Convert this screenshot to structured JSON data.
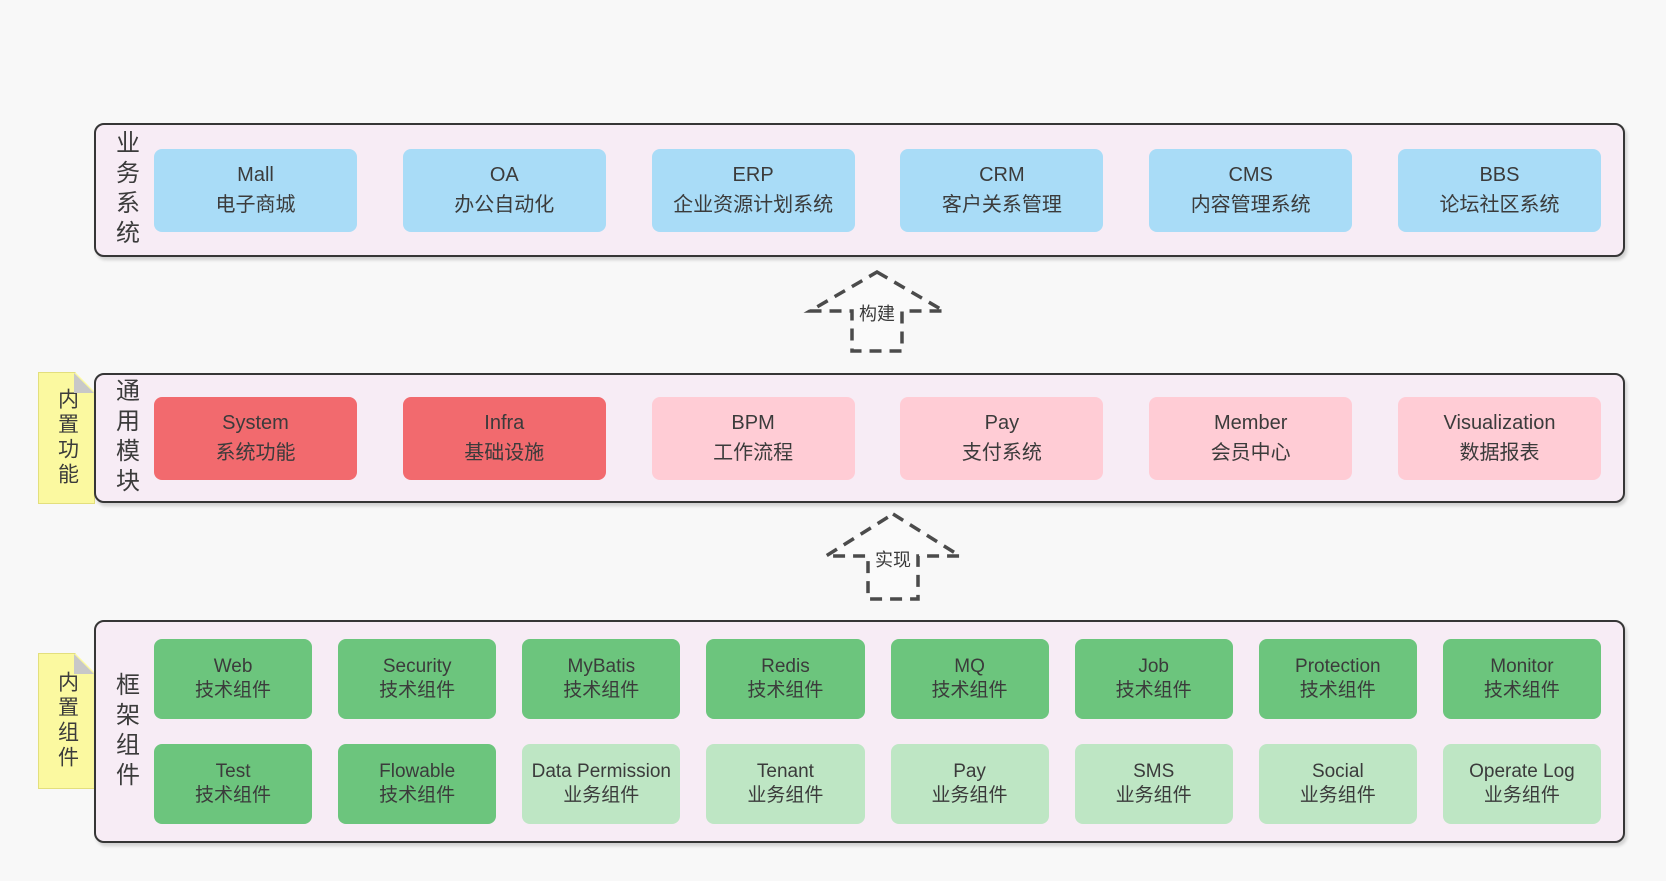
{
  "colors": {
    "page_bg": "#f8f8f8",
    "panel_bg": "#f7ecf5",
    "panel_border": "#363636",
    "box_blue": "#a9dcf7",
    "box_red": "#f26a6e",
    "box_pink": "#ffccd5",
    "box_green": "#6cc57d",
    "box_lightgreen": "#bee6c4",
    "note_bg": "#fbf9a0",
    "note_fold": "#c8c8c8",
    "note_border": "#e3df7d",
    "text": "#3b3b3b",
    "arrow_stroke": "#4b4b4b"
  },
  "arrows": [
    {
      "label": "构建"
    },
    {
      "label": "实现"
    }
  ],
  "tiers": [
    {
      "id": "business-systems",
      "label": "业务系统",
      "note": null,
      "boxes": [
        {
          "name": "Mall",
          "desc": "电子商城",
          "variant": "blue"
        },
        {
          "name": "OA",
          "desc": "办公自动化",
          "variant": "blue"
        },
        {
          "name": "ERP",
          "desc": "企业资源计划系统",
          "variant": "blue"
        },
        {
          "name": "CRM",
          "desc": "客户关系管理",
          "variant": "blue"
        },
        {
          "name": "CMS",
          "desc": "内容管理系统",
          "variant": "blue"
        },
        {
          "name": "BBS",
          "desc": "论坛社区系统",
          "variant": "blue"
        }
      ]
    },
    {
      "id": "common-modules",
      "label": "通用模块",
      "note": "内置功能",
      "boxes": [
        {
          "name": "System",
          "desc": "系统功能",
          "variant": "red"
        },
        {
          "name": "Infra",
          "desc": "基础设施",
          "variant": "red"
        },
        {
          "name": "BPM",
          "desc": "工作流程",
          "variant": "pink"
        },
        {
          "name": "Pay",
          "desc": "支付系统",
          "variant": "pink"
        },
        {
          "name": "Member",
          "desc": "会员中心",
          "variant": "pink"
        },
        {
          "name": "Visualization",
          "desc": "数据报表",
          "variant": "pink"
        }
      ]
    },
    {
      "id": "framework-components",
      "label": "框架组件",
      "note": "内置组件",
      "boxes": [
        {
          "name": "Web",
          "desc": "技术组件",
          "variant": "green"
        },
        {
          "name": "Security",
          "desc": "技术组件",
          "variant": "green"
        },
        {
          "name": "MyBatis",
          "desc": "技术组件",
          "variant": "green"
        },
        {
          "name": "Redis",
          "desc": "技术组件",
          "variant": "green"
        },
        {
          "name": "MQ",
          "desc": "技术组件",
          "variant": "green"
        },
        {
          "name": "Job",
          "desc": "技术组件",
          "variant": "green"
        },
        {
          "name": "Protection",
          "desc": "技术组件",
          "variant": "green"
        },
        {
          "name": "Monitor",
          "desc": "技术组件",
          "variant": "green"
        },
        {
          "name": "Test",
          "desc": "技术组件",
          "variant": "green"
        },
        {
          "name": "Flowable",
          "desc": "技术组件",
          "variant": "green"
        },
        {
          "name": "Data Permission",
          "desc": "业务组件",
          "variant": "lightgreen"
        },
        {
          "name": "Tenant",
          "desc": "业务组件",
          "variant": "lightgreen"
        },
        {
          "name": "Pay",
          "desc": "业务组件",
          "variant": "lightgreen"
        },
        {
          "name": "SMS",
          "desc": "业务组件",
          "variant": "lightgreen"
        },
        {
          "name": "Social",
          "desc": "业务组件",
          "variant": "lightgreen"
        },
        {
          "name": "Operate Log",
          "desc": "业务组件",
          "variant": "lightgreen"
        }
      ]
    }
  ]
}
